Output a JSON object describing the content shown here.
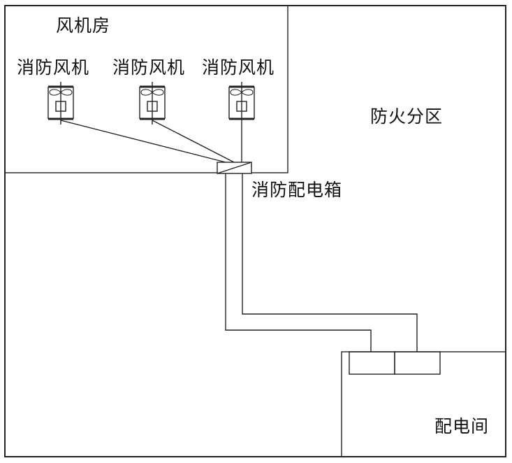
{
  "diagram": {
    "type": "fire-protection power distribution schematic",
    "rooms": {
      "fan_room": "风机房",
      "fire_zone": "防火分区",
      "distribution_room": "配电间"
    },
    "equipment": {
      "fans": [
        {
          "label": "消防风机"
        },
        {
          "label": "消防风机"
        },
        {
          "label": "消防风机"
        }
      ],
      "fire_distribution_box": "消防配电箱"
    },
    "line_color": "#222222",
    "background": "#ffffff"
  }
}
